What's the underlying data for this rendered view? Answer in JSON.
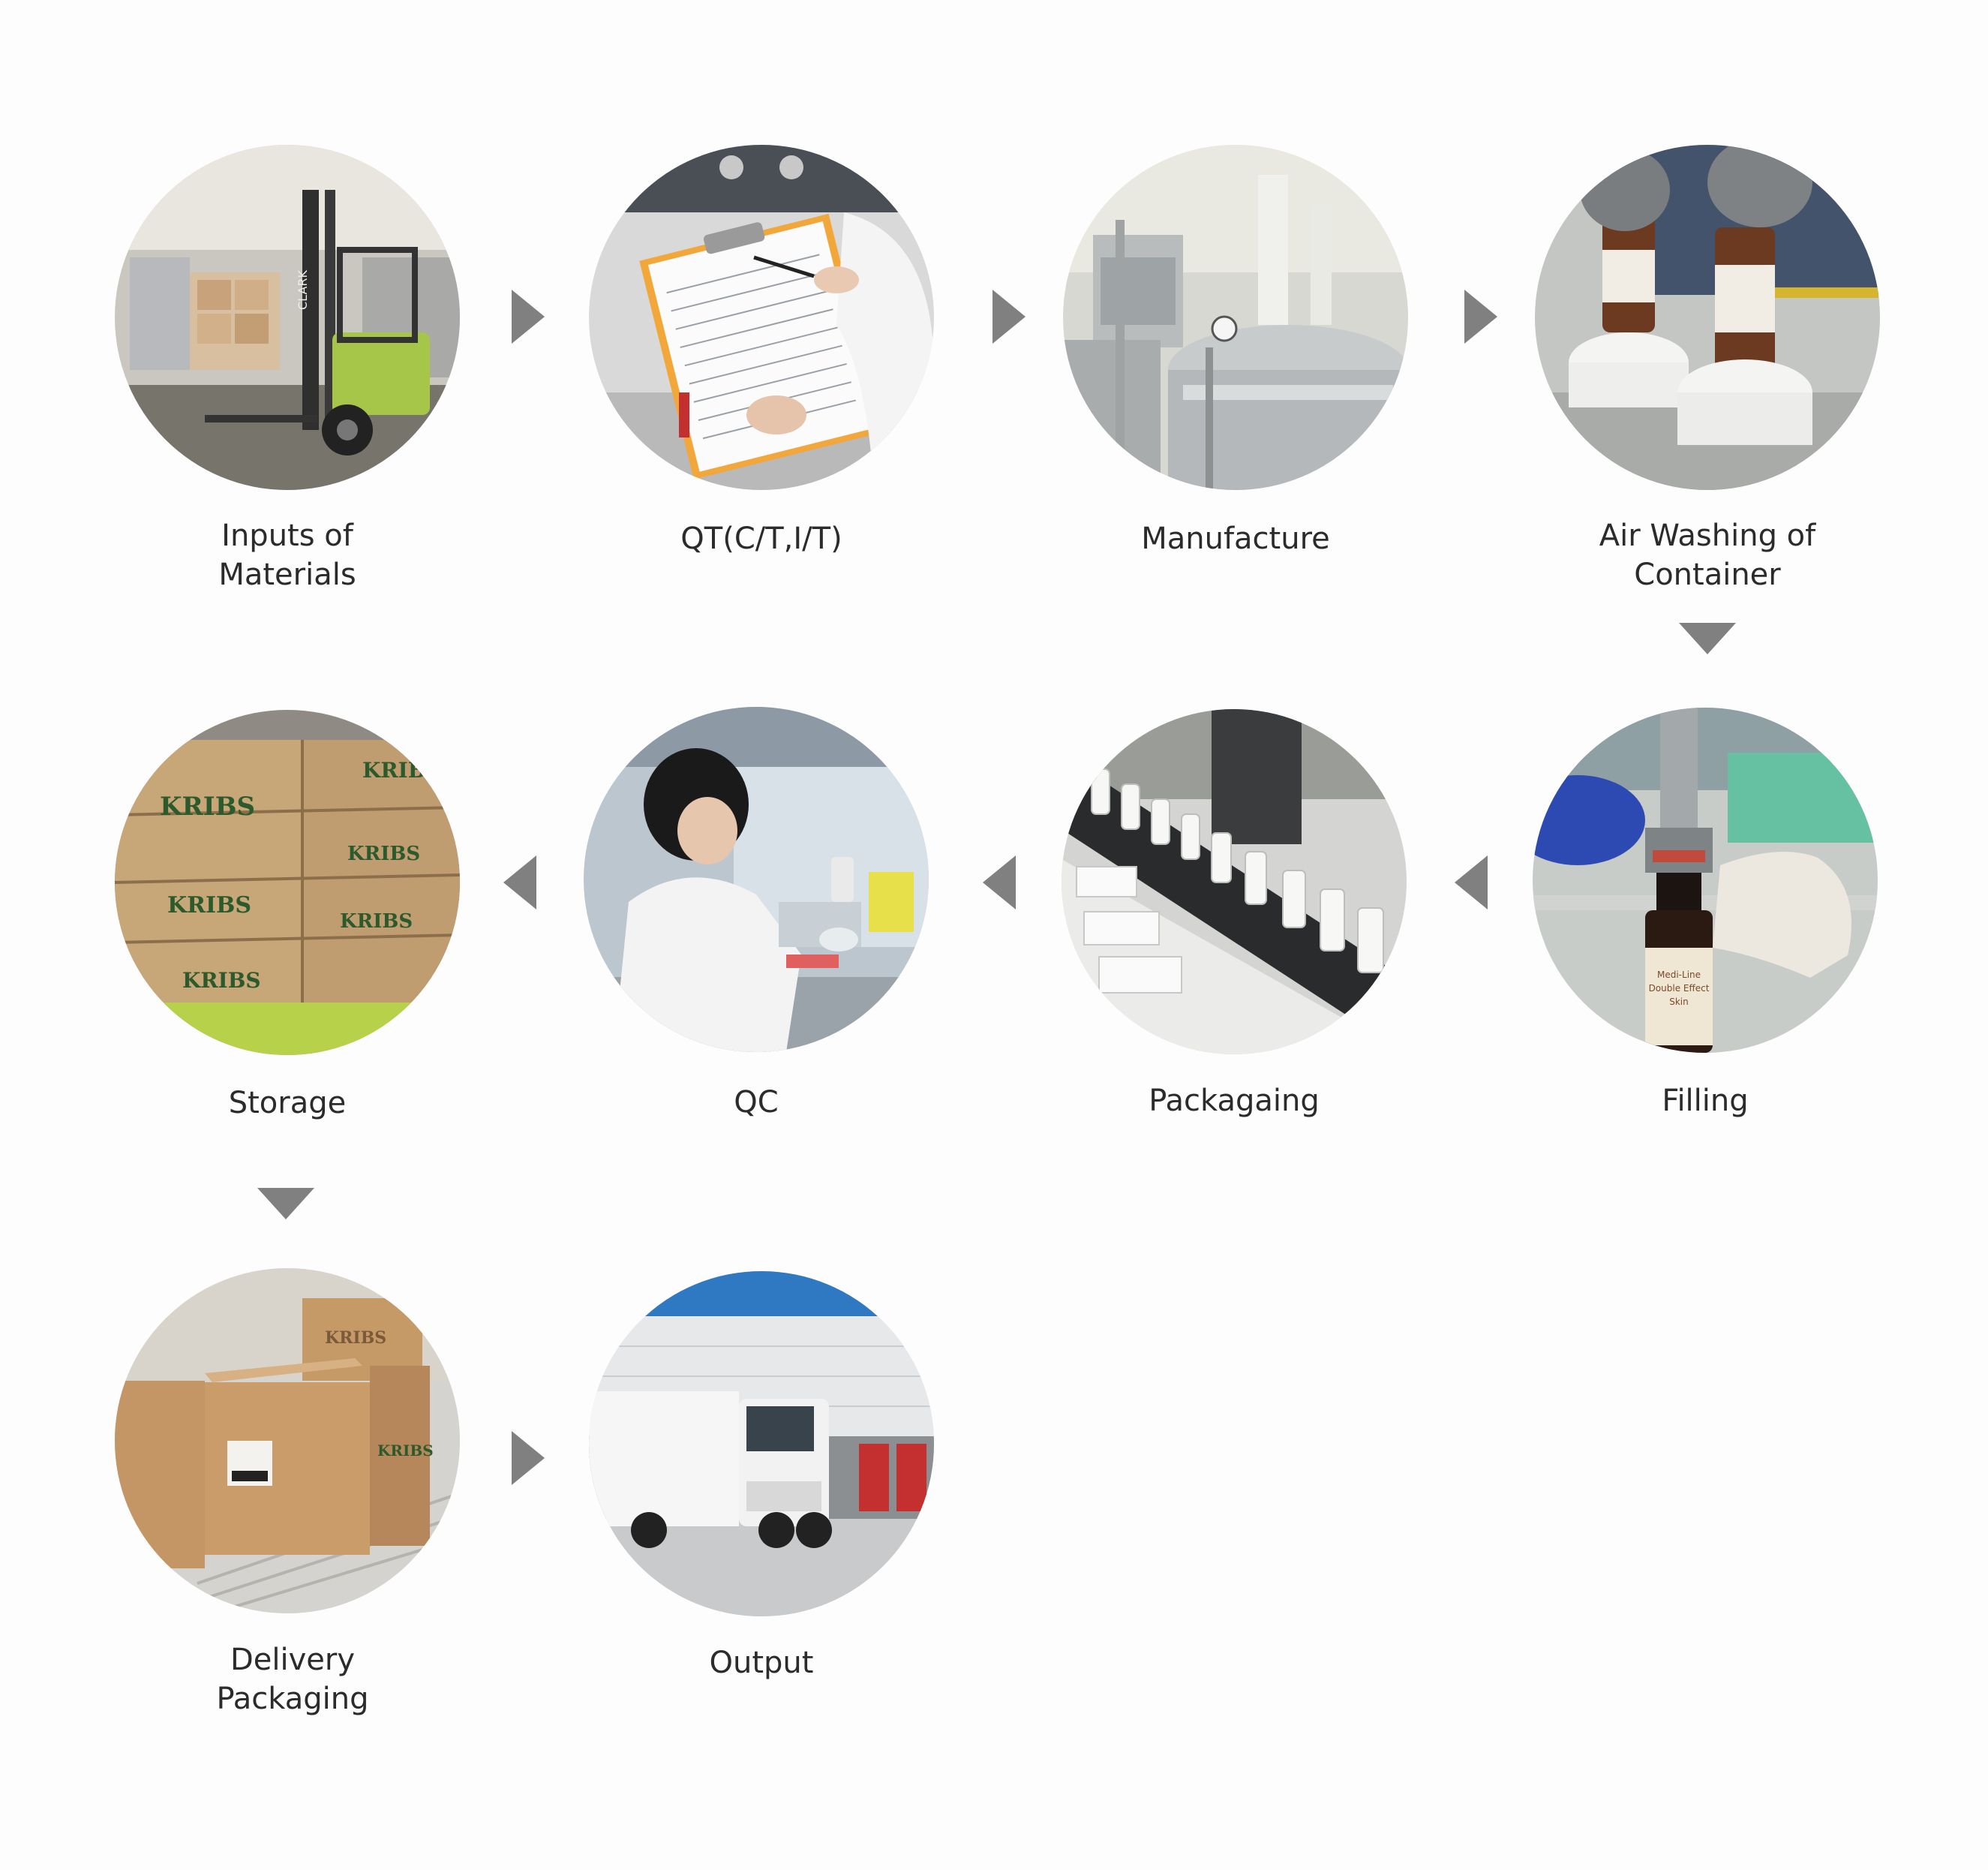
{
  "steps": [
    {
      "label": "Inputs of\nMaterials"
    },
    {
      "label": "QT(C/T,I/T)"
    },
    {
      "label": "Manufacture"
    },
    {
      "label": "Air Washing of\nContainer"
    },
    {
      "label": "Filling"
    },
    {
      "label": "Packagaing"
    },
    {
      "label": "QC"
    },
    {
      "label": "Storage"
    },
    {
      "label": "Delivery\nPackaging"
    },
    {
      "label": "Output"
    }
  ],
  "photo_text": {
    "forklift_brand": "CLARK",
    "box_brand": "KRIBS",
    "bottle_line1": "Medi-Line",
    "bottle_line2": "Double Effect",
    "bottle_line3": "Skin"
  },
  "colors": {
    "arrow": "#808080",
    "text": "#2b2b2b"
  }
}
